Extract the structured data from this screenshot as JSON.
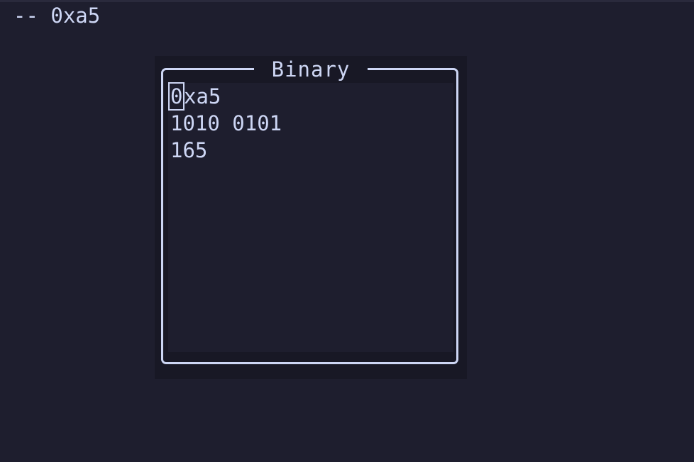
{
  "status": {
    "text": "-- 0xa5"
  },
  "panel": {
    "title": "Binary",
    "hex_cursor_char": "0",
    "hex_rest": "xa5",
    "binary_value": "1010 0101",
    "decimal_value": "165"
  },
  "colors": {
    "background": "#1e1e2e",
    "panel_background": "#181825",
    "foreground": "#cdd6f4"
  }
}
